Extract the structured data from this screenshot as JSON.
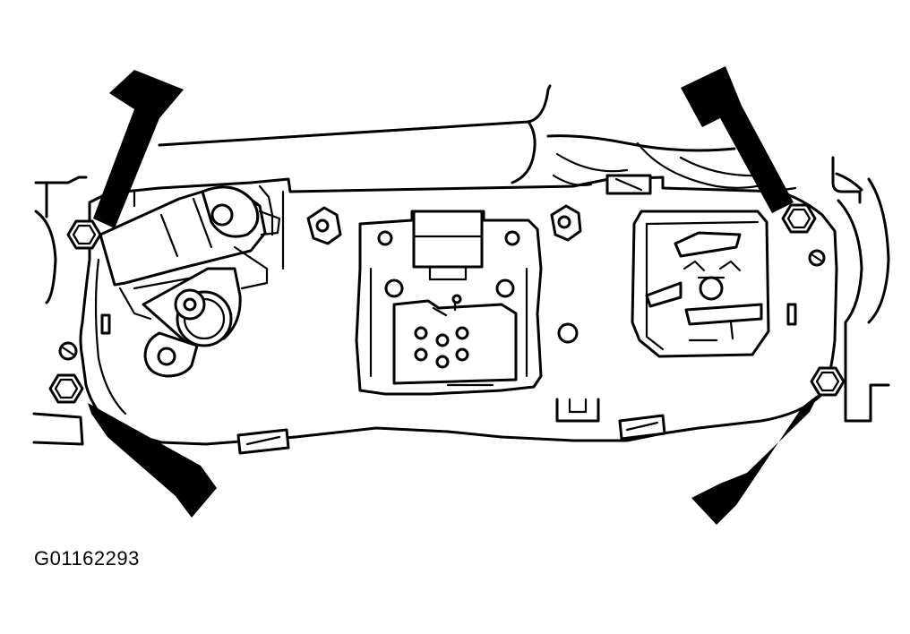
{
  "figure": {
    "id_label": "G01162293"
  },
  "colors": {
    "ink": "#000000",
    "paper": "#ffffff"
  },
  "callouts": [
    {
      "icon": "arrow-icon",
      "points_to": "mounting-bolt-top-left"
    },
    {
      "icon": "arrow-icon",
      "points_to": "mounting-bolt-top-right"
    },
    {
      "icon": "arrow-icon",
      "points_to": "mounting-bolt-bottom-left"
    },
    {
      "icon": "arrow-icon",
      "points_to": "mounting-bolt-bottom-right"
    }
  ]
}
